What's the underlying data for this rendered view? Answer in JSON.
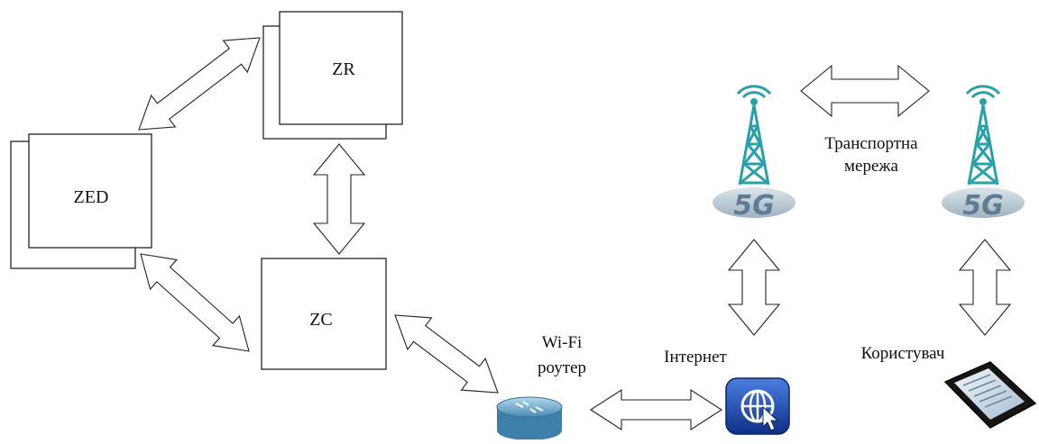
{
  "nodes": {
    "zr": "ZR",
    "zed": "ZED",
    "zc": "ZC"
  },
  "labels": {
    "wifi_line1": "Wi-Fi",
    "wifi_line2": "роутер",
    "internet": "Інтернет",
    "transport_line1": "Транспортна",
    "transport_line2": "мережа",
    "user": "Користувач",
    "tower_badge_left": "5G",
    "tower_badge_right": "5G"
  },
  "colors": {
    "tower": "#2aa0a8",
    "badge": "#b9c9d4",
    "router": "#6aa6c8",
    "internet_icon": "#1b3f9c"
  },
  "icons": [
    "5g-tower-icon",
    "wifi-router-icon",
    "internet-icon",
    "smartphone-icon"
  ]
}
